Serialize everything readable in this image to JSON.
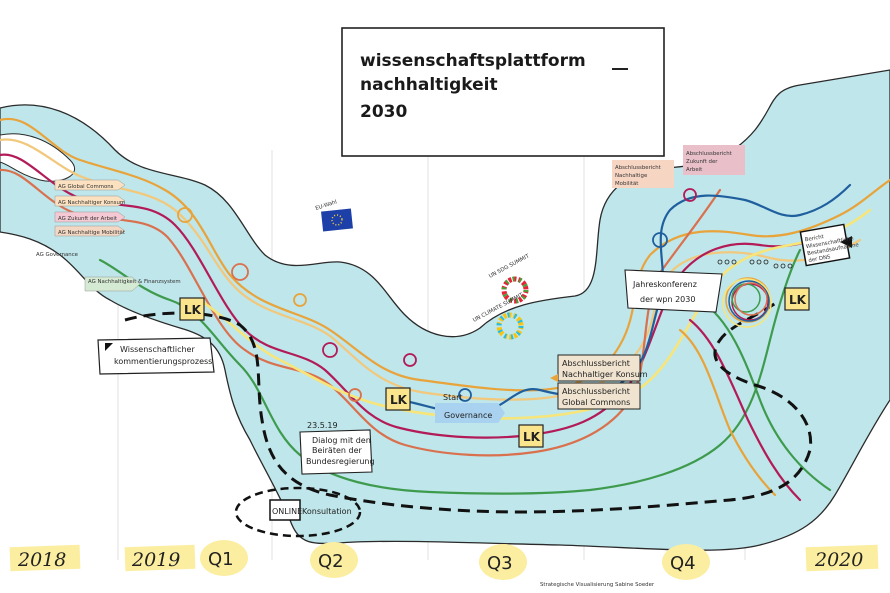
{
  "title": {
    "line1": "wissenschaftsplattform",
    "line2": "nachhaltigkeit",
    "line3": "2030"
  },
  "timeline": {
    "years": [
      "2018",
      "2019",
      "2020"
    ],
    "quarters": [
      "Q1",
      "Q2",
      "Q3",
      "Q4"
    ]
  },
  "ag_labels": [
    "AG Global Commons",
    "AG Nachhaltiger Konsum",
    "AG Zukunft der Arbeit",
    "AG Nachhaltige Mobilität",
    "AG Nachhaltigkeit & Finanzsystem"
  ],
  "ag_governance": "AG Governance",
  "lk_label": "LK",
  "eu_wahl": "EU-Wahl",
  "un_sdg_summit": "UN SDG SUMMIT",
  "un_climate_summit": "UN CLIMATE SUMMIT",
  "wissenschaftlicher": {
    "line1": "Wissenschaftlicher",
    "line2": "kommentierungsprozess"
  },
  "dialog": {
    "date": "23.5.19",
    "line1": "Dialog mit den",
    "line2": "Beiräten der",
    "line3": "Bundesregierung"
  },
  "online": {
    "box": "ONLINE",
    "text": "Konsultation"
  },
  "start_governance": {
    "line1": "Start",
    "line2": "Governance"
  },
  "abschluss_konsum": {
    "line1": "Abschlussbericht",
    "line2": "Nachhaltiger Konsum"
  },
  "abschluss_commons": {
    "line1": "Abschlussbericht",
    "line2": "Global Commons"
  },
  "abschluss_mobilitaet": {
    "line1": "Abschlussbericht",
    "line2": "Nachhaltige",
    "line3": "Mobilität"
  },
  "abschluss_arbeit": {
    "line1": "Abschlussbericht",
    "line2": "Zukunft der",
    "line3": "Arbeit"
  },
  "jahreskonferenz": {
    "line1": "Jahreskonferenz",
    "line2": "der wpn 2030"
  },
  "bericht": {
    "line1": "Bericht",
    "line2": "Wissenschaftliche",
    "line3": "Bestandsaufnahme",
    "line4": "der DNS"
  },
  "credit": "Strategische Visualisierung Sabine Soeder",
  "colors": {
    "river": "#bfe6ea",
    "river_edge": "#2a2a2a",
    "lk_box": "#fbe58c",
    "marker": "#fbeea0",
    "governance_tag": "#a9d2f0",
    "global_commons": "#e8a33a",
    "konsum": "#f1c87c",
    "arbeit": "#b21b57",
    "mobilitaet": "#d9704e",
    "governance": "#1f5f9e",
    "finanzsystem": "#3e9b4e",
    "yellow_thread": "#f7e57a"
  }
}
